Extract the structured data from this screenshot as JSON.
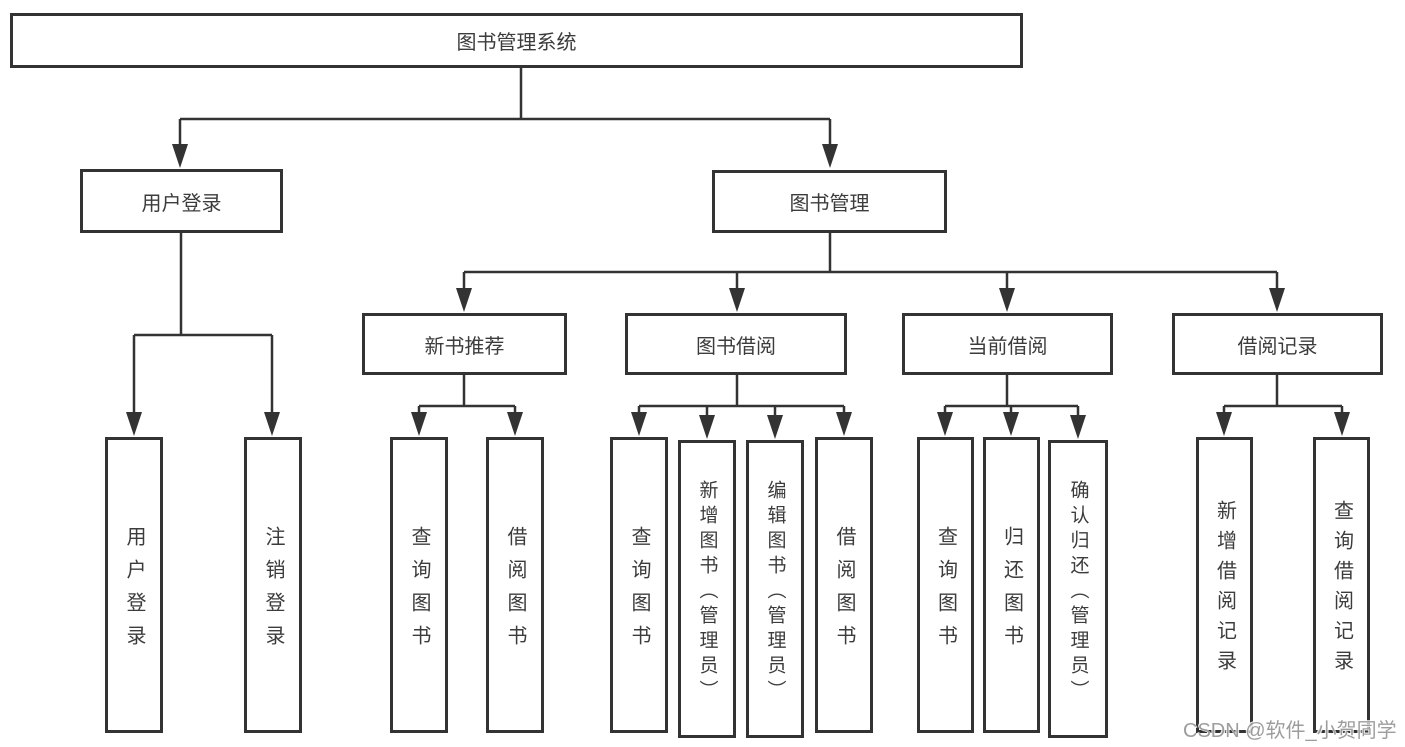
{
  "tree": {
    "label": "图书管理系统",
    "children": [
      {
        "label": "用户登录",
        "children": [
          {
            "label": "用户登录"
          },
          {
            "label": "注销登录"
          }
        ]
      },
      {
        "label": "图书管理",
        "children": [
          {
            "label": "新书推荐",
            "children": [
              {
                "label": "查询图书"
              },
              {
                "label": "借阅图书"
              }
            ]
          },
          {
            "label": "图书借阅",
            "children": [
              {
                "label": "查询图书"
              },
              {
                "label": "新增图书（管理员）"
              },
              {
                "label": "编辑图书（管理员）"
              },
              {
                "label": "借阅图书"
              }
            ]
          },
          {
            "label": "当前借阅",
            "children": [
              {
                "label": "查询图书"
              },
              {
                "label": "归还图书"
              },
              {
                "label": "确认归还（管理员）"
              }
            ]
          },
          {
            "label": "借阅记录",
            "children": [
              {
                "label": "新增借阅记录"
              },
              {
                "label": "查询借阅记录"
              }
            ]
          }
        ]
      }
    ]
  },
  "watermark": {
    "text": "CSDN @软件_小贺同学"
  },
  "colors": {
    "line": "#333333",
    "box_border": "#333333",
    "text": "#3c3c3c",
    "watermark": "#9d9d9d",
    "background": "#ffffff"
  }
}
